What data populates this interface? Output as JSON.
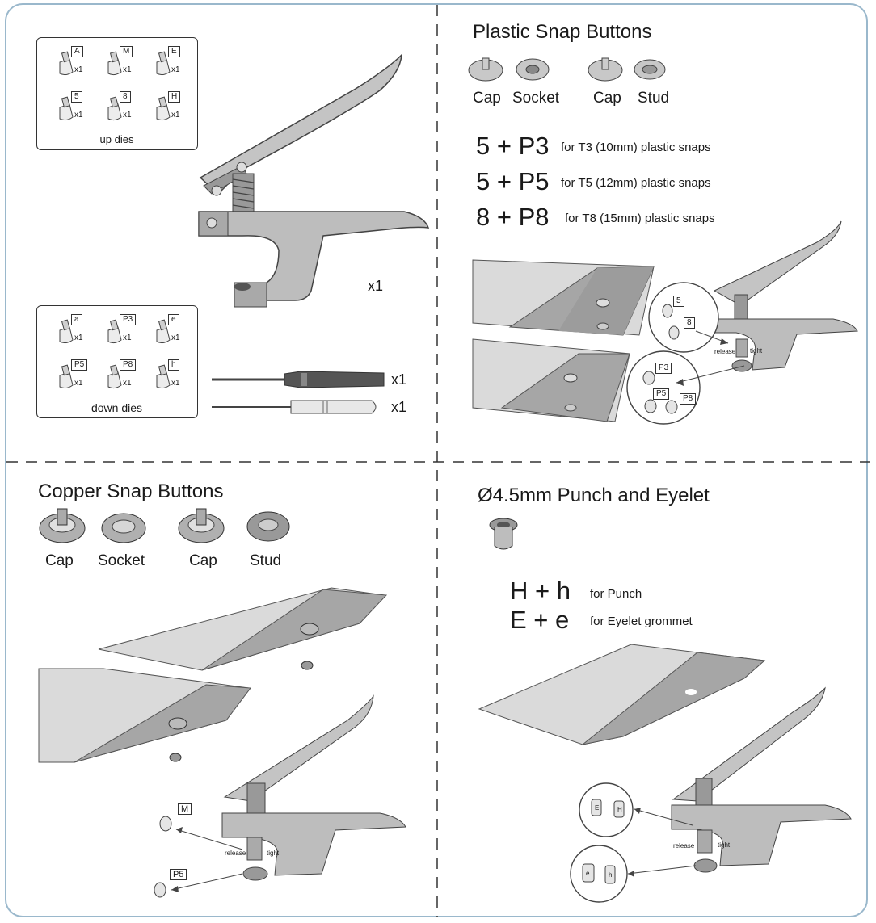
{
  "colors": {
    "frame": "#9ab8cc",
    "metal": "#b8b8b8",
    "metal_dark": "#6e6e6e",
    "fabric": "#d9d9d9",
    "divider": "#333333"
  },
  "top_left": {
    "up_dies": {
      "caption": "up dies",
      "items": [
        {
          "tag": "A",
          "qty": "x1"
        },
        {
          "tag": "M",
          "qty": "x1"
        },
        {
          "tag": "E",
          "qty": "x1"
        },
        {
          "tag": "5",
          "qty": "x1"
        },
        {
          "tag": "8",
          "qty": "x1"
        },
        {
          "tag": "H",
          "qty": "x1"
        }
      ]
    },
    "down_dies": {
      "caption": "down dies",
      "items": [
        {
          "tag": "a",
          "qty": "x1"
        },
        {
          "tag": "P3",
          "qty": "x1"
        },
        {
          "tag": "e",
          "qty": "x1"
        },
        {
          "tag": "P5",
          "qty": "x1"
        },
        {
          "tag": "P8",
          "qty": "x1"
        },
        {
          "tag": "h",
          "qty": "x1"
        }
      ]
    },
    "pliers_qty": "x1",
    "screwdriver_qty": "x1",
    "awl_qty": "x1"
  },
  "top_right": {
    "title": "Plastic Snap Buttons",
    "parts": [
      "Cap",
      "Socket",
      "Cap",
      "Stud"
    ],
    "combos": [
      {
        "code": "5 + P3",
        "desc": "for  T3 (10mm) plastic snaps"
      },
      {
        "code": "5 + P5",
        "desc": "for  T5 (12mm) plastic snaps"
      },
      {
        "code": "8 + P8",
        "desc": "for  T8 (15mm) plastic snaps"
      }
    ],
    "callout_up": [
      "5",
      "8"
    ],
    "callout_down": [
      "P3",
      "P5",
      "P8"
    ],
    "release_label": "release",
    "tight_label": "tight"
  },
  "bottom_left": {
    "title": "Copper Snap Buttons",
    "parts": [
      "Cap",
      "Socket",
      "Cap",
      "Stud"
    ],
    "up_tag": "M",
    "down_tag": "P5",
    "release_label": "release",
    "tight_label": "tight"
  },
  "bottom_right": {
    "title": "Ø4.5mm Punch and Eyelet",
    "combos": [
      {
        "code": "H + h",
        "desc": "for  Punch"
      },
      {
        "code": "E + e",
        "desc": "for  Eyelet grommet"
      }
    ],
    "upper_circle_tags": [
      "E",
      "H"
    ],
    "lower_circle_tags": [
      "e",
      "h"
    ],
    "release_label": "release",
    "tight_label": "tight"
  }
}
